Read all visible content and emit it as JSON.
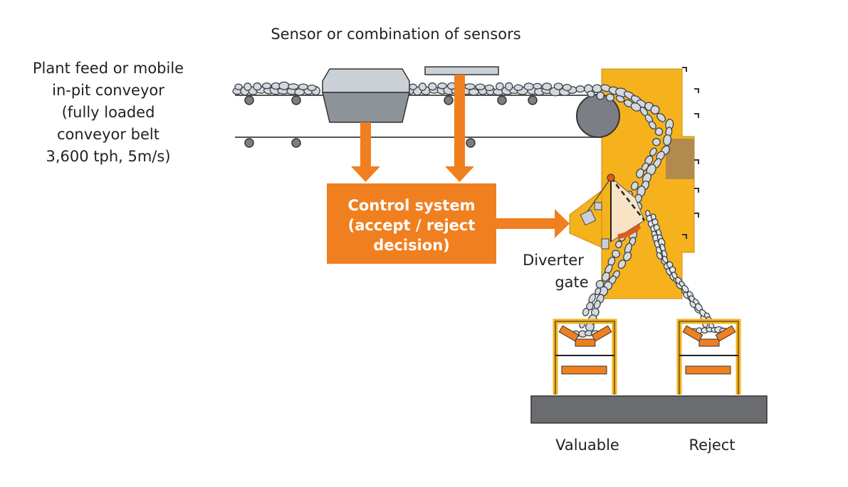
{
  "labels": {
    "sensor_title": "Sensor or combination of sensors",
    "feed_lines": [
      "Plant feed or mobile",
      "in-pit conveyor",
      "(fully loaded",
      "conveyor belt",
      "3,600 tph, 5m/s)"
    ],
    "control_lines": [
      "Control system",
      "(accept / reject",
      "decision)"
    ],
    "diverter_lines": [
      "Diverter",
      "gate"
    ],
    "valuable": "Valuable",
    "reject": "Reject"
  },
  "colors": {
    "orange": "#f07f1f",
    "structure_yellow": "#f5b21d",
    "rock_fill": "#d3d9de",
    "rock_outline": "#3c4248",
    "roller": "#7b7f85",
    "base": "#6a6c70"
  }
}
